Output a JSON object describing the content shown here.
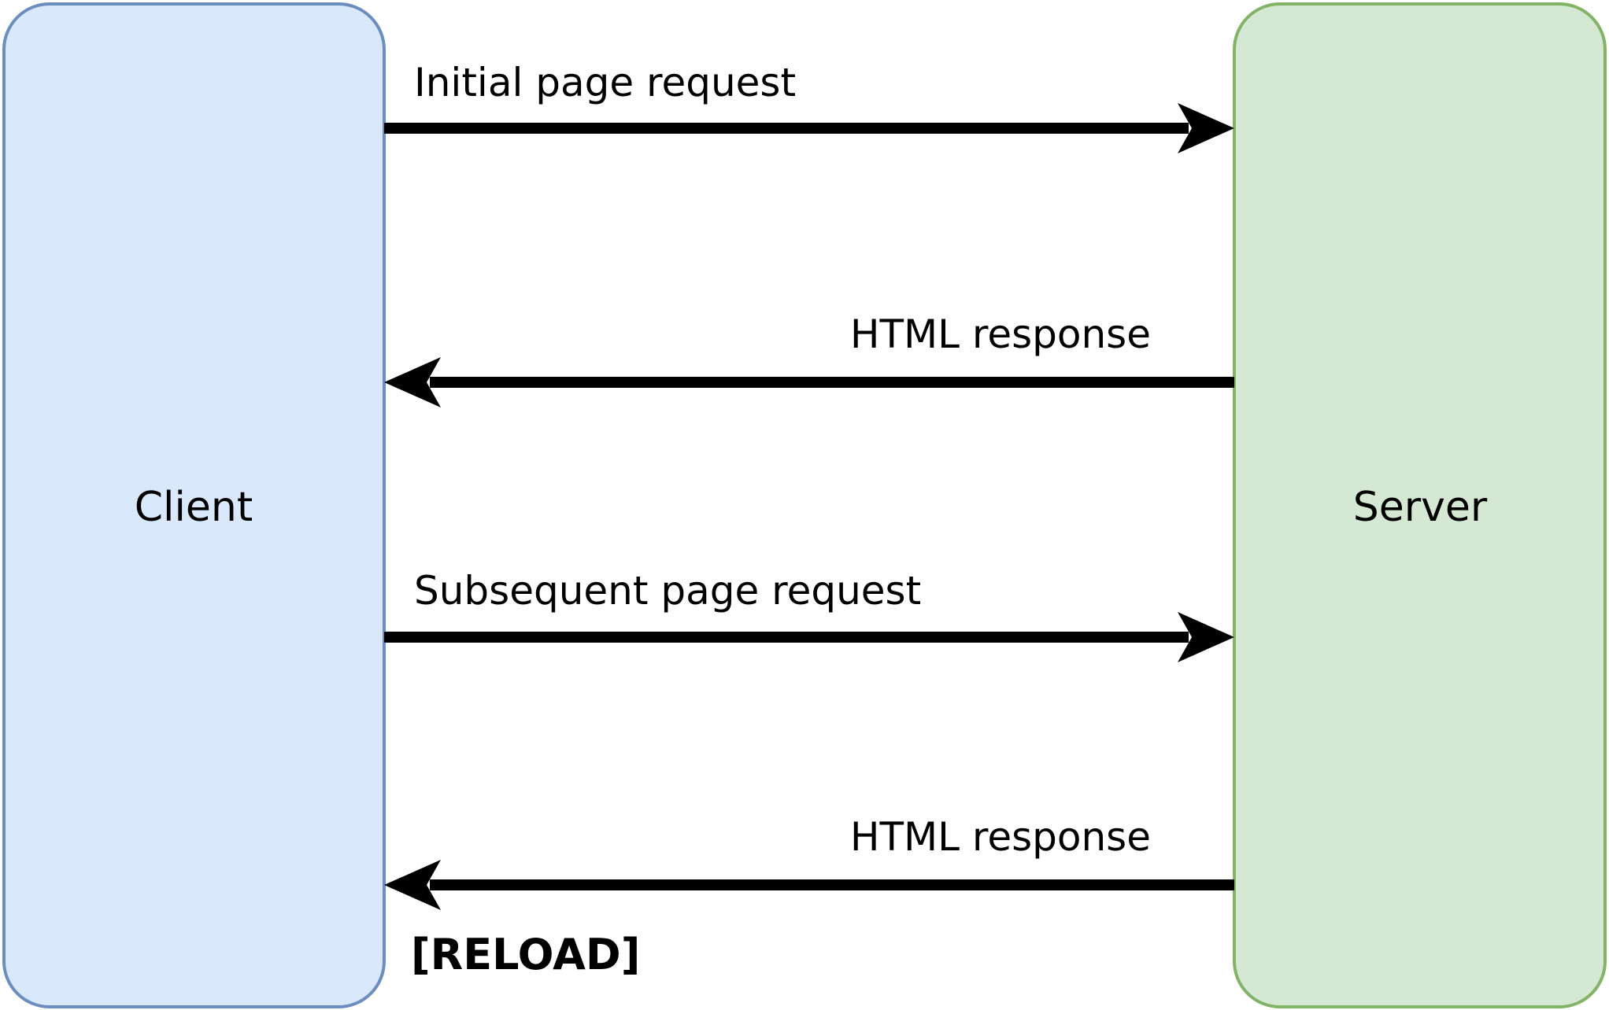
{
  "diagram": {
    "type": "sequence-diagram",
    "actors": [
      {
        "id": "client",
        "label": "Client",
        "fill": "#dae8fc",
        "stroke": "#6c8ebf"
      },
      {
        "id": "server",
        "label": "Server",
        "fill": "#d5e8d4",
        "stroke": "#82b366"
      }
    ],
    "messages": [
      {
        "label": "Initial page request",
        "from": "client",
        "to": "server",
        "direction": "right"
      },
      {
        "label": "HTML response",
        "from": "server",
        "to": "client",
        "direction": "left"
      },
      {
        "label": "Subsequent page request",
        "from": "client",
        "to": "server",
        "direction": "right"
      },
      {
        "label": "HTML response",
        "from": "server",
        "to": "client",
        "direction": "left"
      }
    ],
    "annotation": {
      "label": "[RELOAD]"
    },
    "colors": {
      "arrow": "#000000",
      "text": "#000000",
      "background": "#ffffff"
    }
  }
}
